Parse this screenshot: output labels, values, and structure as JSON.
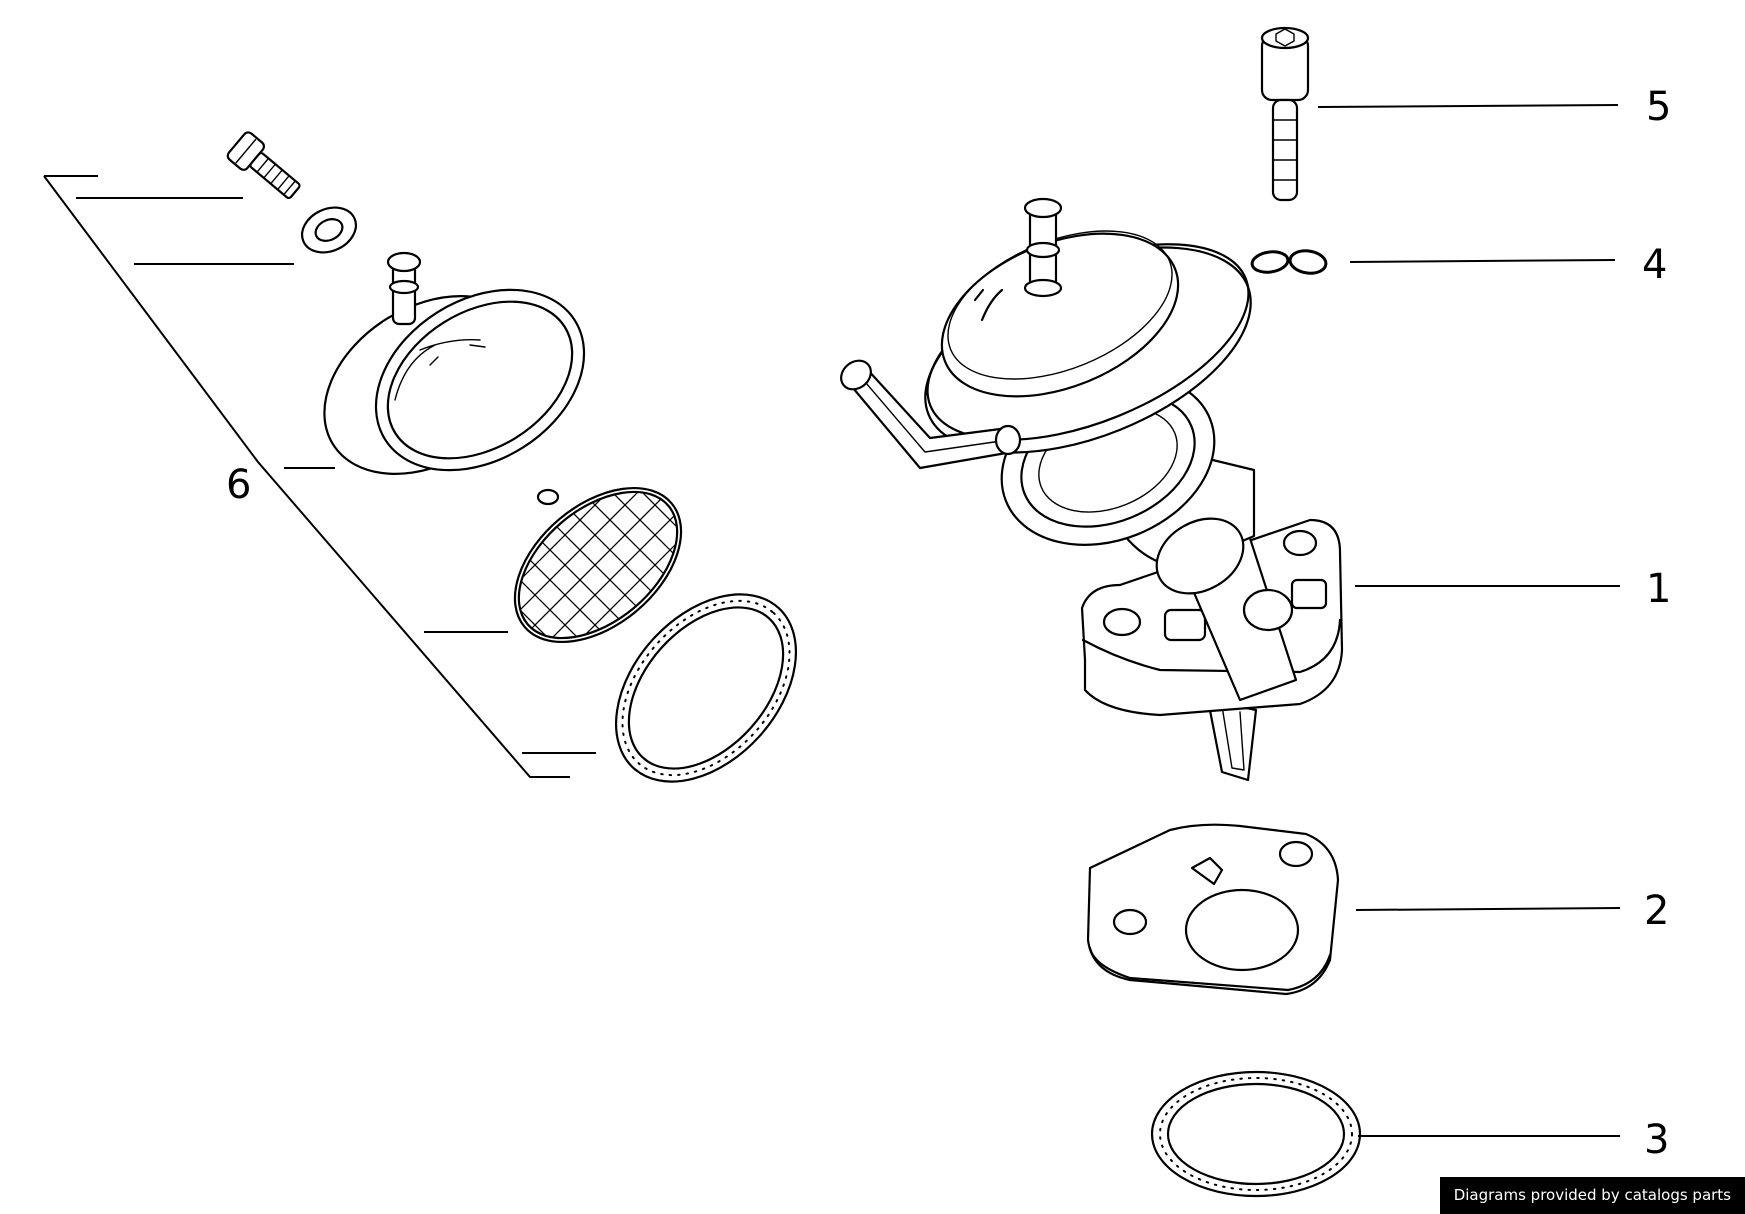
{
  "callouts": {
    "c1": "1",
    "c2": "2",
    "c3": "3",
    "c4": "4",
    "c5": "5",
    "c6": "6"
  },
  "credit": "Diagrams provided by catalogs parts"
}
